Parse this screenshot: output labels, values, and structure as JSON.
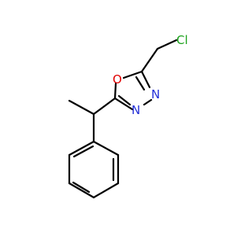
{
  "molecule": {
    "atoms": {
      "cl": {
        "symbol": "Cl",
        "color": "#1aa11a"
      },
      "o": {
        "symbol": "O",
        "color": "#e00000"
      },
      "n1": {
        "symbol": "N",
        "color": "#2430d8"
      },
      "n2": {
        "symbol": "N",
        "color": "#2430d8"
      }
    }
  }
}
